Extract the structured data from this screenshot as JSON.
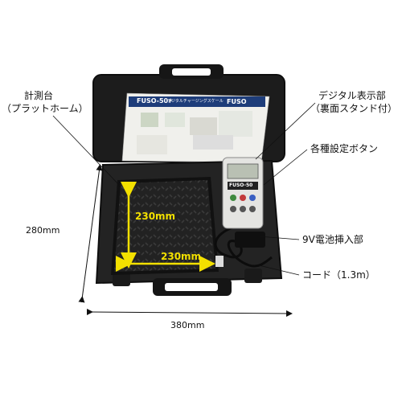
{
  "labels": {
    "platform_line1": "計測台",
    "platform_line2": "（プラットホーム）",
    "display_line1": "デジタル表示部",
    "display_line2": "（裏面スタンド付）",
    "settings": "各種設定ボタン",
    "battery": "9V電池挿入部",
    "cord": "コード（1.3m）"
  },
  "dimensions": {
    "height": "280mm",
    "width": "380mm",
    "plate_vertical": "230mm",
    "plate_horizontal": "230mm"
  },
  "product": {
    "model": "FUSO-50",
    "model_suffix": "F",
    "brand": "FUSO",
    "manual_subtitle": "デジタルチャージングスケール",
    "device_model": "FUSO-50"
  },
  "colors": {
    "case": "#232323",
    "case_edge": "#111111",
    "plate": "#1e1e1e",
    "accent": "#f3e000",
    "display_screen": "#c9cfc4",
    "button_green": "#3e8a3e",
    "button_red": "#c23a3a",
    "button_blue": "#3a5fc2"
  }
}
